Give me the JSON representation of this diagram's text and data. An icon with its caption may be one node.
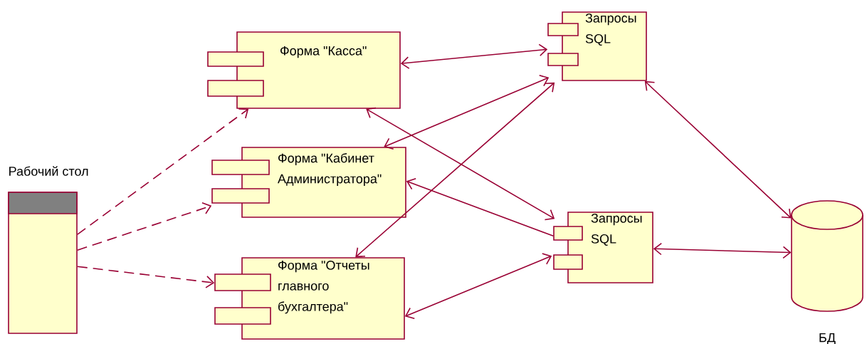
{
  "diagram": {
    "nodes": [
      {
        "text": [
          "Рабочий стол"
        ]
      },
      {
        "text": [
          "Форма \"Касса\""
        ]
      },
      {
        "text": [
          "Форма \"Кабинет Администратора\""
        ]
      },
      {
        "text": [
          "Форма \"Отчеты главного бухгалтера\""
        ]
      },
      {
        "text": [
          "Запросы SQL"
        ]
      },
      {
        "text": [
          "Запросы SQL"
        ]
      },
      {
        "text": [
          "БД"
        ]
      }
    ],
    "edges": [
      {
        "from": 0,
        "to": 1,
        "arrow": "to",
        "style": "dashed"
      },
      {
        "from": 0,
        "to": 2,
        "arrow": "to",
        "style": "dashed"
      },
      {
        "from": 0,
        "to": 3,
        "arrow": "to",
        "style": "dashed"
      },
      {
        "from": 1,
        "to": 4,
        "arrow": "both"
      },
      {
        "from": 2,
        "to": 4,
        "arrow": "both"
      },
      {
        "from": 3,
        "to": 4,
        "arrow": "both"
      },
      {
        "from": 1,
        "to": 5,
        "arrow": "both"
      },
      {
        "from": 5,
        "to": 2,
        "arrow": "to"
      },
      {
        "from": 3,
        "to": 5,
        "arrow": "both"
      },
      {
        "from": 4,
        "to": 6,
        "arrow": "both"
      },
      {
        "from": 5,
        "to": 6,
        "arrow": "both"
      }
    ]
  }
}
